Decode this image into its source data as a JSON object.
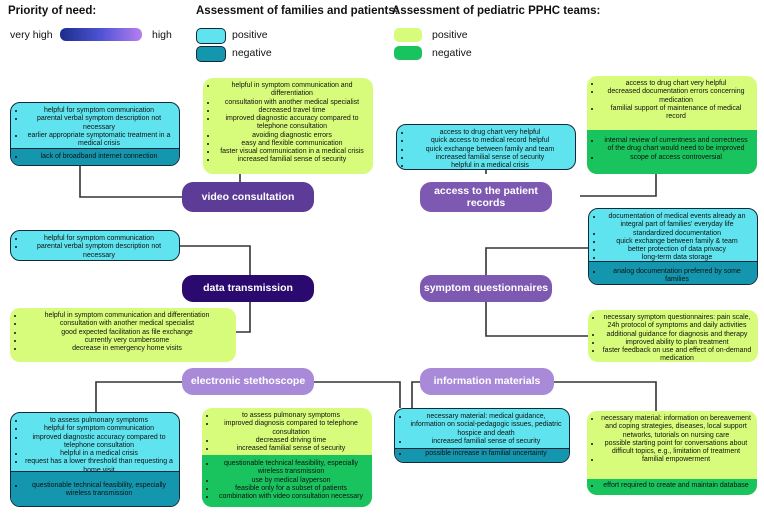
{
  "legend": {
    "priority_title": "Priority of need:",
    "very_high": "very high",
    "high": "high",
    "families_title": "Assessment of families and patients:",
    "teams_title": "Assessment of pediatric PPHC teams:",
    "positive": "positive",
    "negative": "negative"
  },
  "colors": {
    "families_positive": "#5fe3ee",
    "families_negative": "#1496ae",
    "teams_positive": "#d7fb7a",
    "teams_negative": "#19c35d",
    "priority_very_high": "#1a2e8c",
    "priority_high": "#b57ff0"
  },
  "nodes": {
    "video": "video consultation",
    "data": "data transmission",
    "stethoscope": "electronic stethoscope",
    "records": "access to the patient records",
    "questionnaires": "symptom questionnaires",
    "materials": "information materials"
  },
  "boxes": {
    "video_families": {
      "positive": [
        "helpful for symptom communication",
        "parental verbal symptom description not necessary",
        "earlier appropriate symptomatic treatment in a medical crisis"
      ],
      "negative": [
        "lack of broadband internet connection"
      ]
    },
    "video_teams": {
      "positive": [
        "helpful in symptom communication and differentiation",
        "consultation with another medical specialist",
        "decreased travel time",
        "improved diagnostic accuracy compared to telephone consultation",
        "avoiding diagnostic errors",
        "easy and flexible communication",
        "faster visual communication in a medical crisis",
        "increased familial sense of security"
      ]
    },
    "data_families": {
      "positive": [
        "helpful for symptom communication",
        "parental verbal symptom description not necessary"
      ]
    },
    "data_teams": {
      "positive": [
        "helpful in symptom communication and differentiation",
        "consultation with another medical specialist",
        "good expected facilitation as file exchange",
        "currently very cumbersome",
        "decrease in emergency home visits"
      ]
    },
    "steth_families": {
      "positive": [
        "to assess pulmonary symptoms",
        "helpful for symptom communication",
        "improved diagnostic accuracy compared to telephone consultation",
        "helpful in a medical crisis",
        "request has a lower threshold than requesting a home visit"
      ],
      "negative": [
        "questionable technical feasibility, especially wireless transmission"
      ]
    },
    "steth_teams": {
      "positive": [
        "to assess pulmonary symptoms",
        "improved diagnosis compared to telephone consultation",
        "decreased driving time",
        "increased familial sense of security"
      ],
      "negative": [
        "questionable technical feasibility, especially wireless transmission",
        "use by medical layperson",
        "feasible only for a subset of patients",
        "combination with video consultation necessary"
      ]
    },
    "records_families": {
      "positive": [
        "access to drug chart very helpful",
        "quick access to medical record helpful",
        "quick exchange between family and team",
        "increased familial sense of security",
        "helpful in a medical crisis"
      ]
    },
    "records_teams": {
      "positive": [
        "access to drug chart very helpful",
        "decreased documentation errors concerning medication",
        "familial support of maintenance of medical record"
      ],
      "negative": [
        "internal review of currentness and  correctness of the drug chart would need to be improved",
        "scope of access controversial"
      ]
    },
    "quest_families": {
      "positive": [
        "documentation of medical events already an integral part of families' everyday life",
        "standardized documentation",
        "quick exchange between family & team",
        "better protection of data privacy",
        "long-term data storage"
      ],
      "negative": [
        "analog documentation preferred by some families"
      ]
    },
    "quest_teams": {
      "positive": [
        "necessary symptom questionnaires: pain scale, 24h protocol of symptoms and daily activities",
        "additional guidance for diagnosis and therapy",
        "improved ability to plan treatment",
        "faster feedback on use and effect of on-demand medication"
      ]
    },
    "mat_families": {
      "positive": [
        "necessary material: medical guidance, information on social-pedagogic issues, pediatric hospice and death",
        "increased familial sense of security"
      ],
      "negative": [
        "possible increase in familial uncertainty"
      ]
    },
    "mat_teams": {
      "positive": [
        "necessary material: information on bereavement and coping strategies, diseases, local support networks, tutorials on nursing care",
        "possible starting point for conversations about difficult topics, e.g., limitation of treatment",
        "familial empowerment"
      ],
      "negative": [
        "effort required to create and maintain database"
      ]
    }
  }
}
